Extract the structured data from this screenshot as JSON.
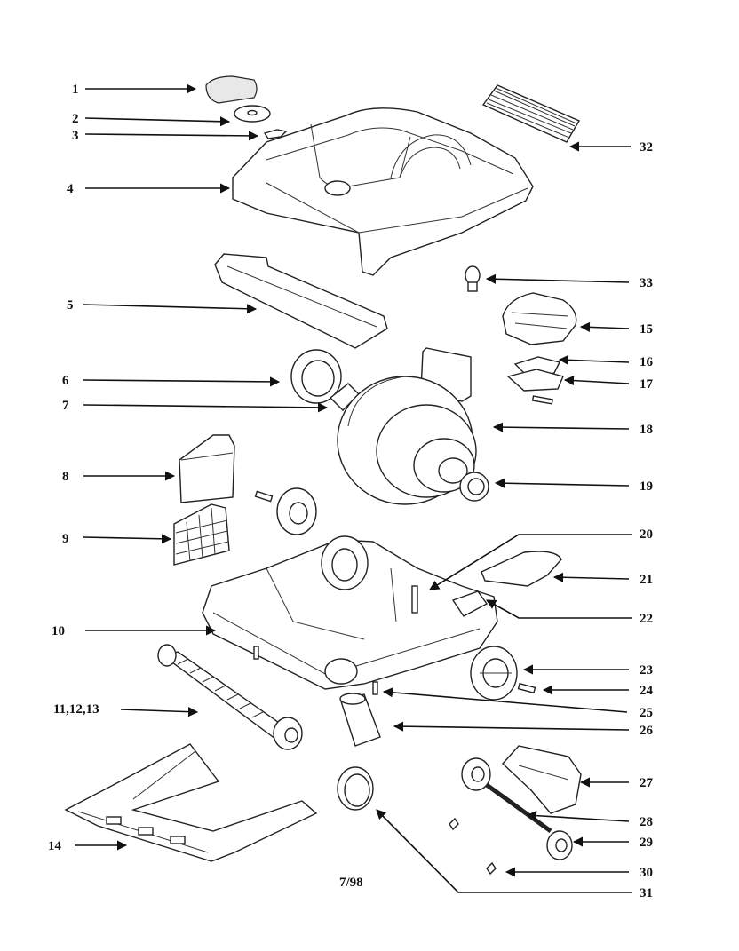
{
  "diagram": {
    "revision": "7/98",
    "labels": {
      "p1": "1",
      "p2": "2",
      "p3": "3",
      "p4": "4",
      "p5": "5",
      "p6": "6",
      "p7": "7",
      "p8": "8",
      "p9": "9",
      "p10": "10",
      "p11": "11,12,13",
      "p14": "14",
      "p15": "15",
      "p16": "16",
      "p17": "17",
      "p18": "18",
      "p19": "19",
      "p20": "20",
      "p21": "21",
      "p22": "22",
      "p23": "23",
      "p24": "24",
      "p25": "25",
      "p26": "26",
      "p27": "27",
      "p28": "28",
      "p29": "29",
      "p30": "30",
      "p31": "31",
      "p32": "32",
      "p33": "33"
    }
  }
}
